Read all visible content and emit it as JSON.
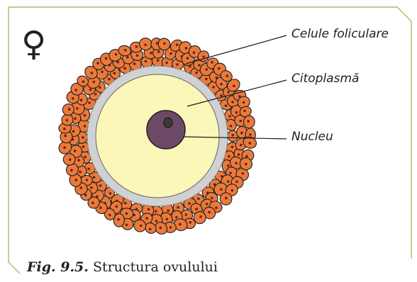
{
  "figure": {
    "symbol": "♀",
    "labels": {
      "follicular_cells": "Celule foliculare",
      "cytoplasm": "Citoplasmă",
      "nucleus": "Nucleu"
    },
    "caption": {
      "number": "Fig. 9.5.",
      "text": "Structura ovulului"
    }
  },
  "colors": {
    "frame": "#9bc26a",
    "follicle_fill": "#ea7a3c",
    "follicle_dot": "#6b2210",
    "zona": "#d0d1d3",
    "cytoplasm": "#fbf7b9",
    "nucleus": "#6c4a66",
    "nucleolus": "#3a3a3a",
    "ink": "#1b1b1b"
  },
  "icons": [
    "female-symbol-icon"
  ]
}
